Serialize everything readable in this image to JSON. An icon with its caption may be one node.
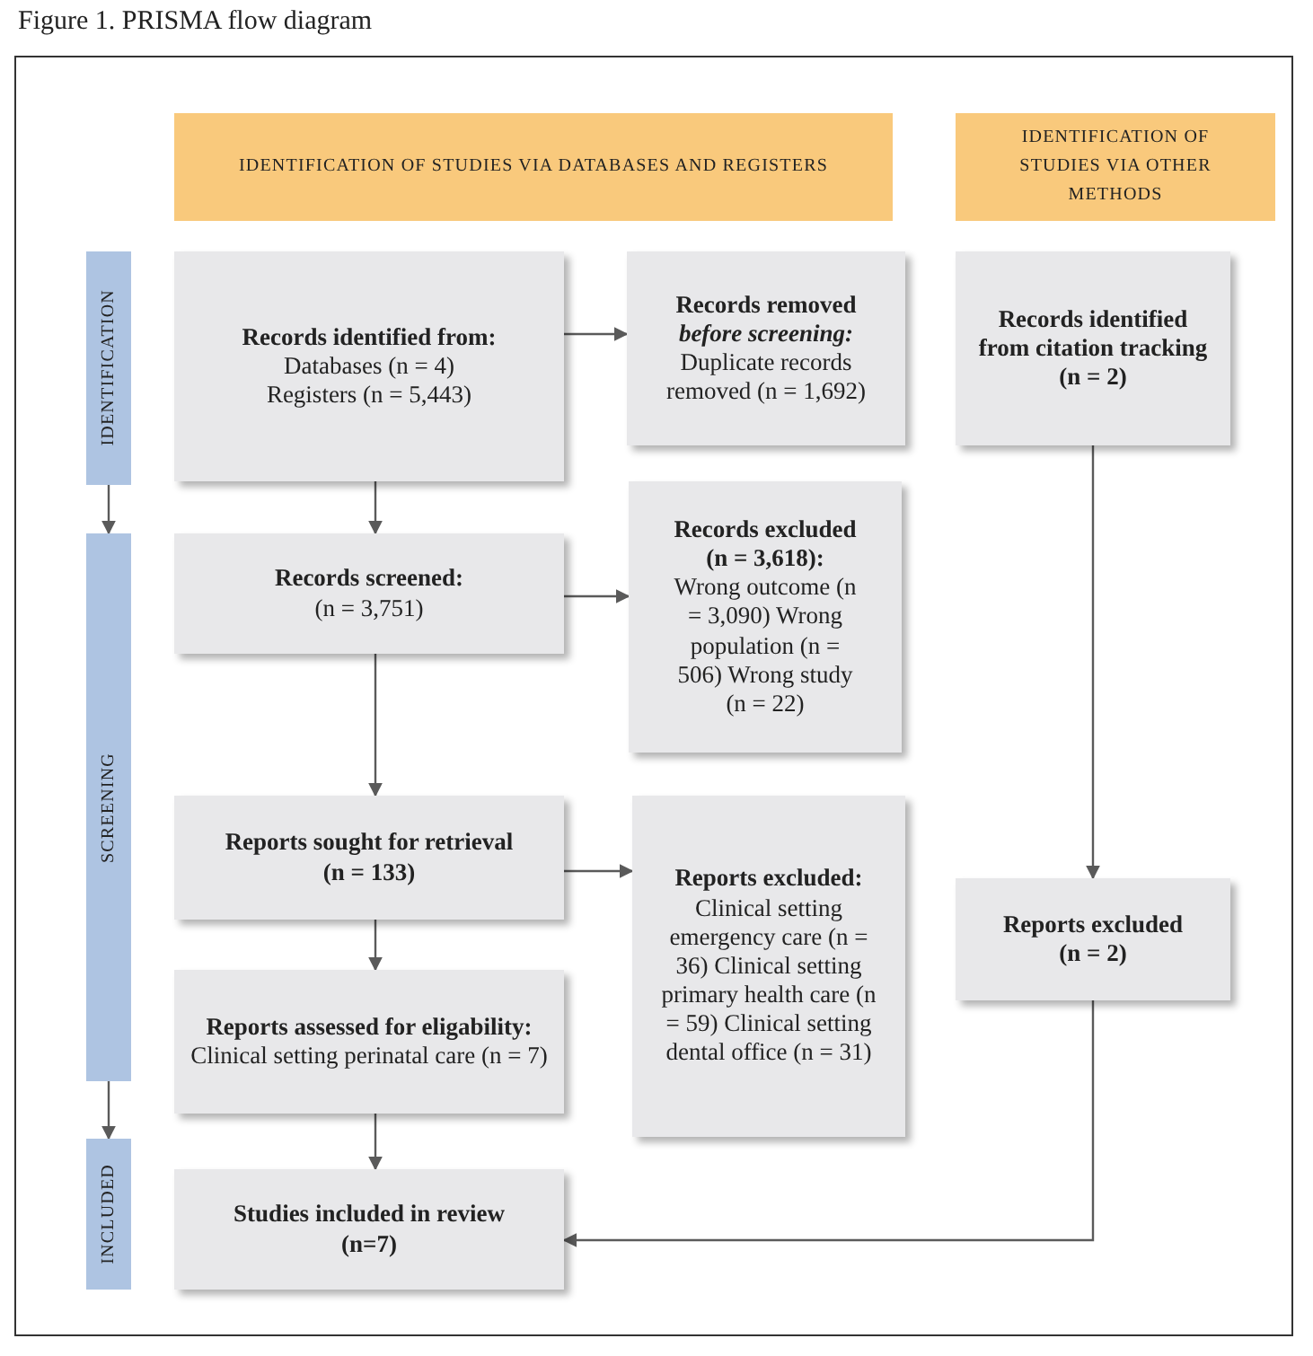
{
  "diagram": {
    "title": "Figure 1. PRISMA flow diagram",
    "nodes": [
      {
        "text": [
          "IDENTIFICATION OF STUDIES VIA DATABASES AND REGISTERS"
        ]
      },
      {
        "text": [
          "IDENTIFICATION OF STUDIES VIA OTHER METHODS"
        ]
      },
      {
        "text": [
          "IDENTIFICATION"
        ]
      },
      {
        "text": [
          "SCREENING"
        ]
      },
      {
        "text": [
          "INCLUDED"
        ]
      },
      {
        "text": [
          "Records identified from:",
          "Databases (n = 4) Registers (n = 5,443)"
        ]
      },
      {
        "text": [
          "Records removed *before screening:*",
          "Duplicate records removed (n = 1,692)"
        ]
      },
      {
        "text": [
          "Records identified from citation tracking",
          "(n = 2)"
        ]
      },
      {
        "text": [
          "Records screened:",
          "(n = 3,751)"
        ]
      },
      {
        "text": [
          "Records excluded (n = 3,618):",
          "Wrong outcome (n = 3,090) Wrong population (n = 506) Wrong study (n = 22)"
        ]
      },
      {
        "text": [
          "Reports sought for retrieval",
          "(n = 133)"
        ]
      },
      {
        "text": [
          "Reports excluded:",
          "Clinical setting emergency care (n = 36) Clinical setting primary health care (n = 59) Clinical setting dental office (n = 31)"
        ]
      },
      {
        "text": [
          "Reports excluded",
          "(n = 2)"
        ]
      },
      {
        "text": [
          "Reports assessed for eligability:",
          "Clinical setting perinatal care (n = 7)"
        ]
      },
      {
        "text": [
          "Studies included in review",
          "(n=7)"
        ]
      }
    ],
    "edges": [
      {
        "from": 2,
        "to": 3,
        "arrow": "to"
      },
      {
        "from": 3,
        "to": 4,
        "arrow": "to"
      },
      {
        "from": 5,
        "to": 6,
        "arrow": "to"
      },
      {
        "from": 5,
        "to": 8,
        "arrow": "to"
      },
      {
        "from": 8,
        "to": 9,
        "arrow": "to"
      },
      {
        "from": 8,
        "to": 10,
        "arrow": "to"
      },
      {
        "from": 10,
        "to": 11,
        "arrow": "to"
      },
      {
        "from": 10,
        "to": 13,
        "arrow": "to"
      },
      {
        "from": 13,
        "to": 14,
        "arrow": "to"
      },
      {
        "from": 7,
        "to": 12,
        "arrow": "to"
      },
      {
        "from": 12,
        "to": 14,
        "arrow": "to"
      }
    ]
  }
}
